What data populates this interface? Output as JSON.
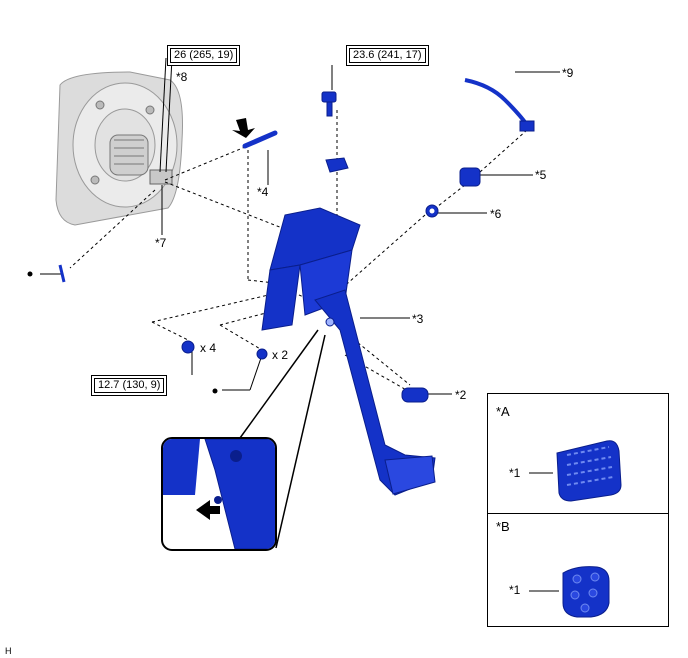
{
  "torque_labels": {
    "t1": "26 (265, 19)",
    "t2": "23.6 (241, 17)",
    "t3": "12.7 (130, 9)"
  },
  "callouts": {
    "c1": "*8",
    "c2": "*9",
    "c3": "*4",
    "c4": "*5",
    "c5": "*6",
    "c6": "*7",
    "c7": "*3",
    "c8": "x 4",
    "c9": "x 2",
    "c10": "*2"
  },
  "legend": {
    "panel_a": {
      "tag": "*A",
      "part": "*1"
    },
    "panel_b": {
      "tag": "*B",
      "part": "*1"
    }
  },
  "figure_code": "H",
  "colors": {
    "part_blue": "#1432c8",
    "part_dark": "#0a1e8c",
    "booster_gray": "#d8d8d8"
  }
}
